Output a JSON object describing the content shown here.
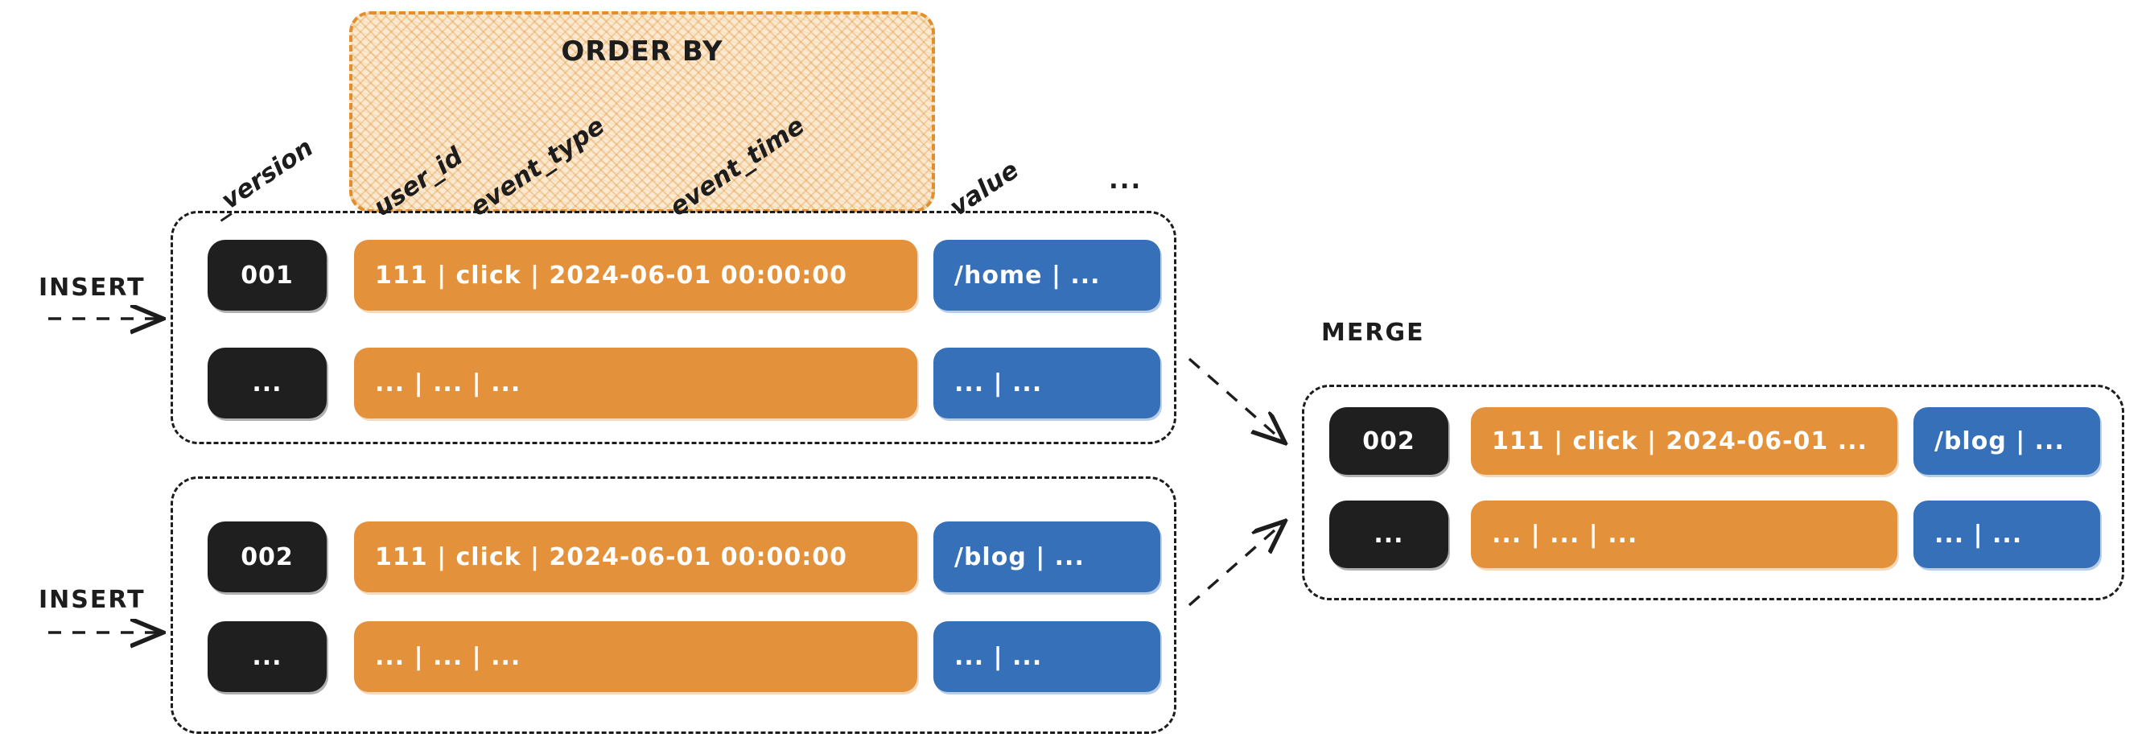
{
  "diagram": {
    "title": "ClickHouse ReplacingMergeTree insert and merge diagram",
    "order_by_label": "ORDER BY",
    "merge_label": "MERGE",
    "colors": {
      "version_cell": "#1f1f1f",
      "key_cell": "#e3913a",
      "value_cell": "#3570b8",
      "band_border": "#e08f2c",
      "band_fill": "#fbe9d2",
      "outline": "#1d1d1d"
    },
    "column_labels": [
      {
        "name": "version-column-label",
        "text": "_version"
      },
      {
        "name": "user-id-column-label",
        "text": "user_id"
      },
      {
        "name": "event-type-column-label",
        "text": "event_type"
      },
      {
        "name": "event-time-column-label",
        "text": "event_time"
      },
      {
        "name": "value-column-label",
        "text": "value"
      },
      {
        "name": "more-columns-label",
        "text": "..."
      }
    ],
    "blocks": [
      {
        "name": "insert-block-1",
        "label": "INSERT",
        "rows": [
          {
            "version": "001",
            "key": "111  |  click  | 2024-06-01 00:00:00",
            "value": "/home  | ..."
          },
          {
            "version": "...",
            "key": "...   |   ...     | ...",
            "value": "...     |  ..."
          }
        ]
      },
      {
        "name": "insert-block-2",
        "label": "INSERT",
        "rows": [
          {
            "version": "002",
            "key": "111  |  click  | 2024-06-01 00:00:00",
            "value": "/blog  | ..."
          },
          {
            "version": "...",
            "key": "...   |   ...     | ...",
            "value": "...     |  ..."
          }
        ]
      },
      {
        "name": "merge-block",
        "label": "MERGE",
        "rows": [
          {
            "version": "002",
            "key": "111  |  click  | 2024-06-01 ...",
            "value": "/blog  | ..."
          },
          {
            "version": "...",
            "key": "...   |   ...     | ...",
            "value": "...     |  ..."
          }
        ]
      }
    ]
  }
}
